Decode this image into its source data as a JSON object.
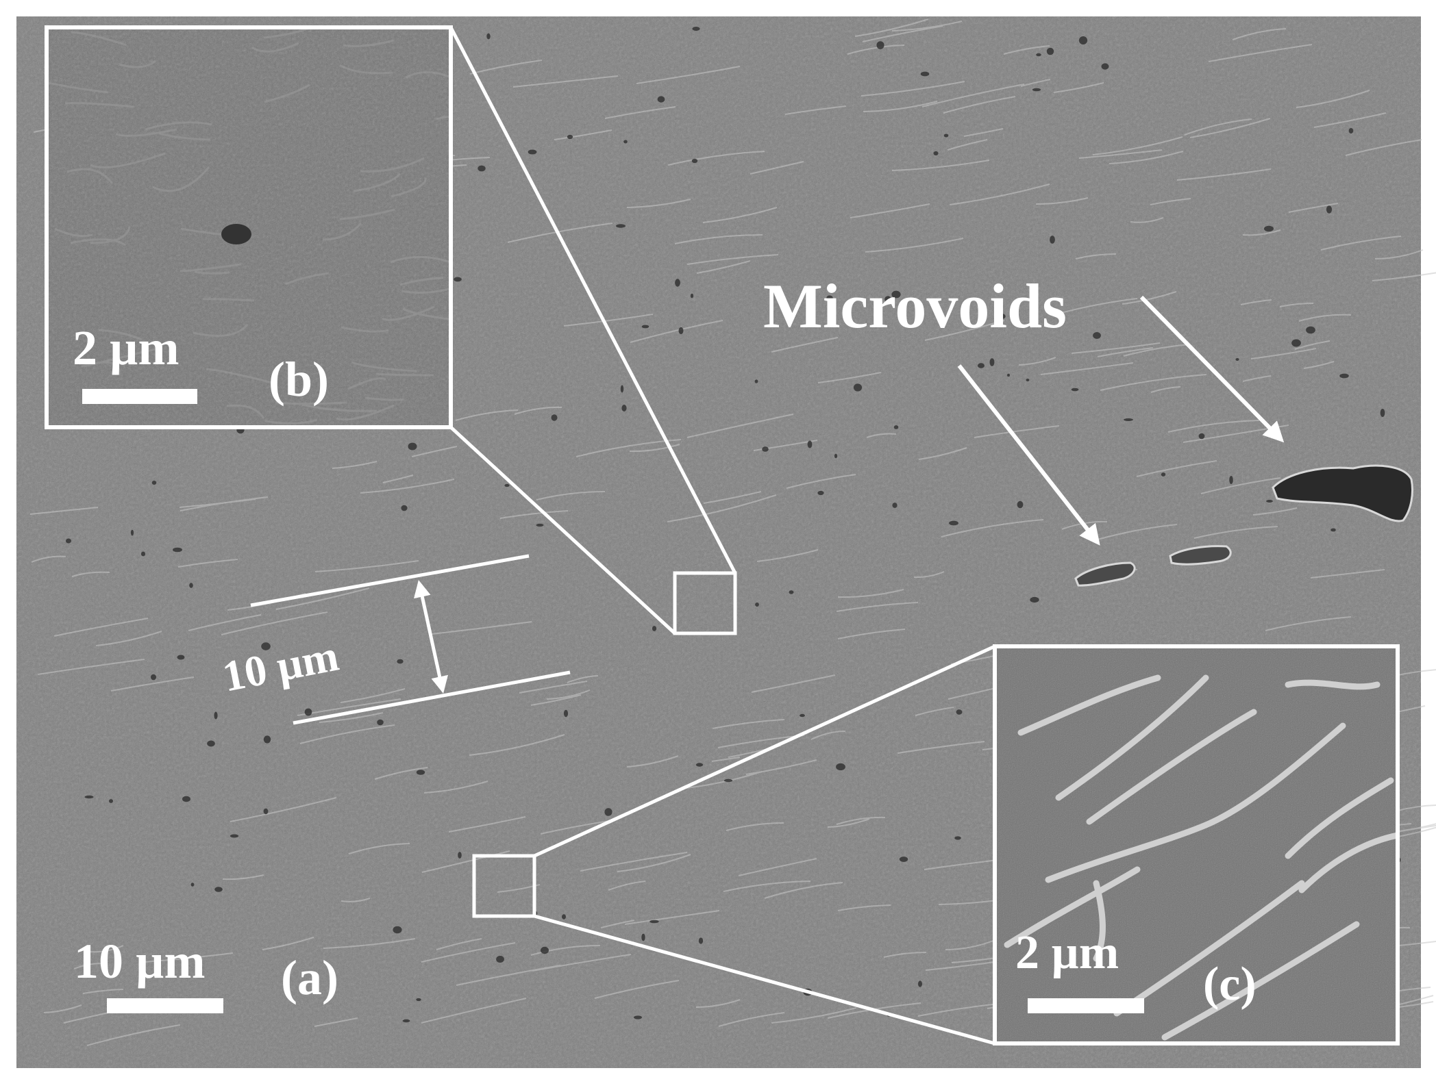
{
  "figure": {
    "main_panel": {
      "label": "(a)",
      "scale_bar": "10 µm",
      "measurement": "10 µm",
      "annotation": "Microvoids"
    },
    "inset_b": {
      "label": "(b)",
      "scale_bar": "2 µm"
    },
    "inset_c": {
      "label": "(c)",
      "scale_bar": "2 µm"
    }
  },
  "colors": {
    "annotation": "#ffffff",
    "background": "#7a7a7a",
    "page": "#ffffff"
  }
}
